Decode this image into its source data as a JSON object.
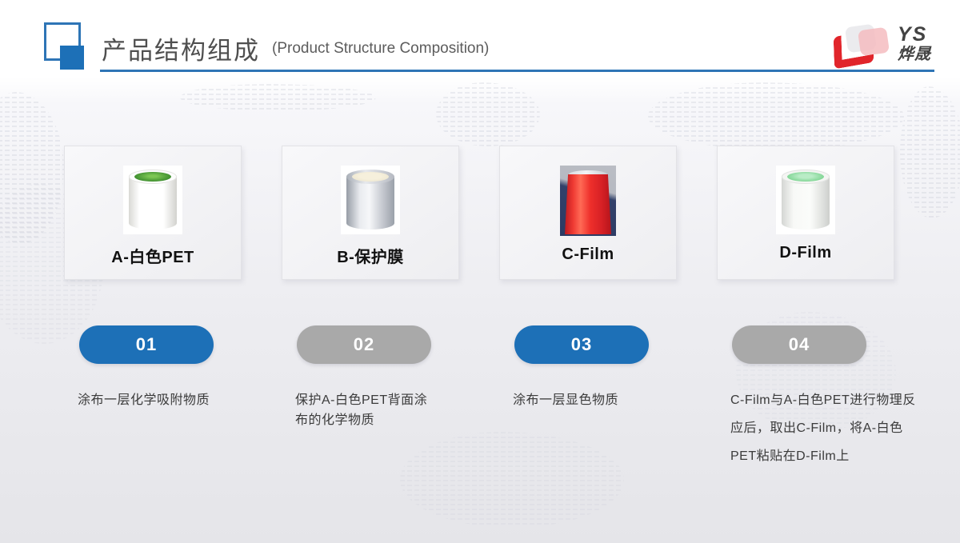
{
  "header": {
    "title": "产品结构组成",
    "subtitle": "(Product Structure Composition)",
    "accent_color": "#2e75b6"
  },
  "logo": {
    "text": "YS",
    "subtext": "烨晟",
    "red_color": "#e1252b"
  },
  "products": [
    {
      "label": "A-白色PET",
      "image": "white-roll-green-core"
    },
    {
      "label": "B-保护膜",
      "image": "silver-roll-cream-core"
    },
    {
      "label": "C-Film",
      "image": "red-roll-on-navy"
    },
    {
      "label": "D-Film",
      "image": "clear-roll-green-core"
    }
  ],
  "steps": [
    {
      "number": "01",
      "color": "#1d70b7",
      "text": "涂布一层化学吸附物质"
    },
    {
      "number": "02",
      "color": "#a9a9a9",
      "text": "保护A-白色PET背面涂布的化学物质"
    },
    {
      "number": "03",
      "color": "#1d70b7",
      "text": "涂布一层显色物质"
    },
    {
      "number": "04",
      "color": "#a9a9a9",
      "text": "C-Film与A-白色PET进行物理反应后，取出C-Film，将A-白色PET粘贴在D-Film上"
    }
  ]
}
